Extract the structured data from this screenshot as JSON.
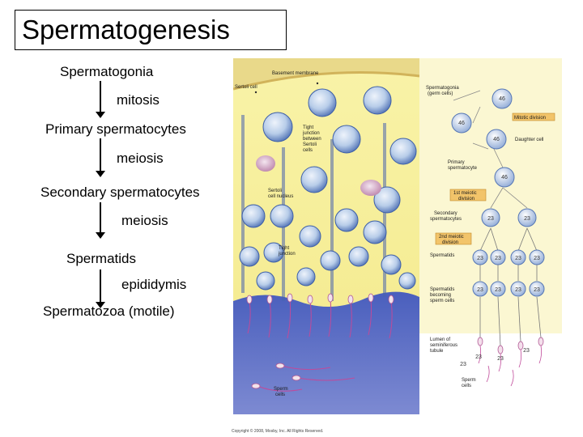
{
  "title": "Spermatogenesis",
  "flow": {
    "step1": "Spermatogonia",
    "process1": "mitosis",
    "step2": "Primary spermatocytes",
    "process2": "meiosis",
    "step3": "Secondary spermatocytes",
    "process3": "meiosis",
    "step4": "Spermatids",
    "process4": "epididymis",
    "step5": "Spermatozoa (motile)"
  },
  "figure": {
    "labels": {
      "basement_membrane": "Basement membrane",
      "sertoli_cell": "Sertoli cell",
      "spermatogonia_1": "Spermatogonia",
      "spermatogonia_2": "(germ cells)",
      "tight_junction_1": "Tight",
      "tight_junction_2": "junction",
      "tight_junction_3": "between",
      "tight_junction_4": "Sertoli",
      "tight_junction_5": "cells",
      "mitotic_division": "Mitotic division",
      "daughter_cell": "Daughter cell",
      "primary_spermatocyte_1": "Primary",
      "primary_spermatocyte_2": "spermatocyte",
      "sertoli_nucleus_1": "Sertoli",
      "sertoli_nucleus_2": "cell nucleus",
      "first_meiotic_1": "1st meiotic",
      "first_meiotic_2": "division",
      "secondary_spermatocytes_1": "Secondary",
      "secondary_spermatocytes_2": "spermatocytes",
      "second_meiotic_1": "2nd meiotic",
      "second_meiotic_2": "division",
      "tight_junction_b1": "Tight",
      "tight_junction_b2": "junction",
      "spermatids": "Spermatids",
      "spermatids_becoming_1": "Spermatids",
      "spermatids_becoming_2": "becoming",
      "spermatids_becoming_3": "sperm cells",
      "lumen_1": "Lumen of",
      "lumen_2": "seminiferous",
      "lumen_3": "tubule",
      "sperm_cells_right_1": "Sperm",
      "sperm_cells_right_2": "cells",
      "sperm_cells_left_1": "Sperm",
      "sperm_cells_left_2": "cells"
    },
    "chromosome_counts": {
      "n46": "46",
      "n23": "23"
    },
    "colors": {
      "background_yellow": "#f6ef9a",
      "lumen_blue": "#5a6cc4",
      "cell_blue": "#8fb0dd",
      "cell_pink": "#c9a9d6",
      "box_orange": "#f2c46a"
    }
  },
  "copyright": "Copyright © 2008, Mosby, Inc. All Rights Reserved."
}
